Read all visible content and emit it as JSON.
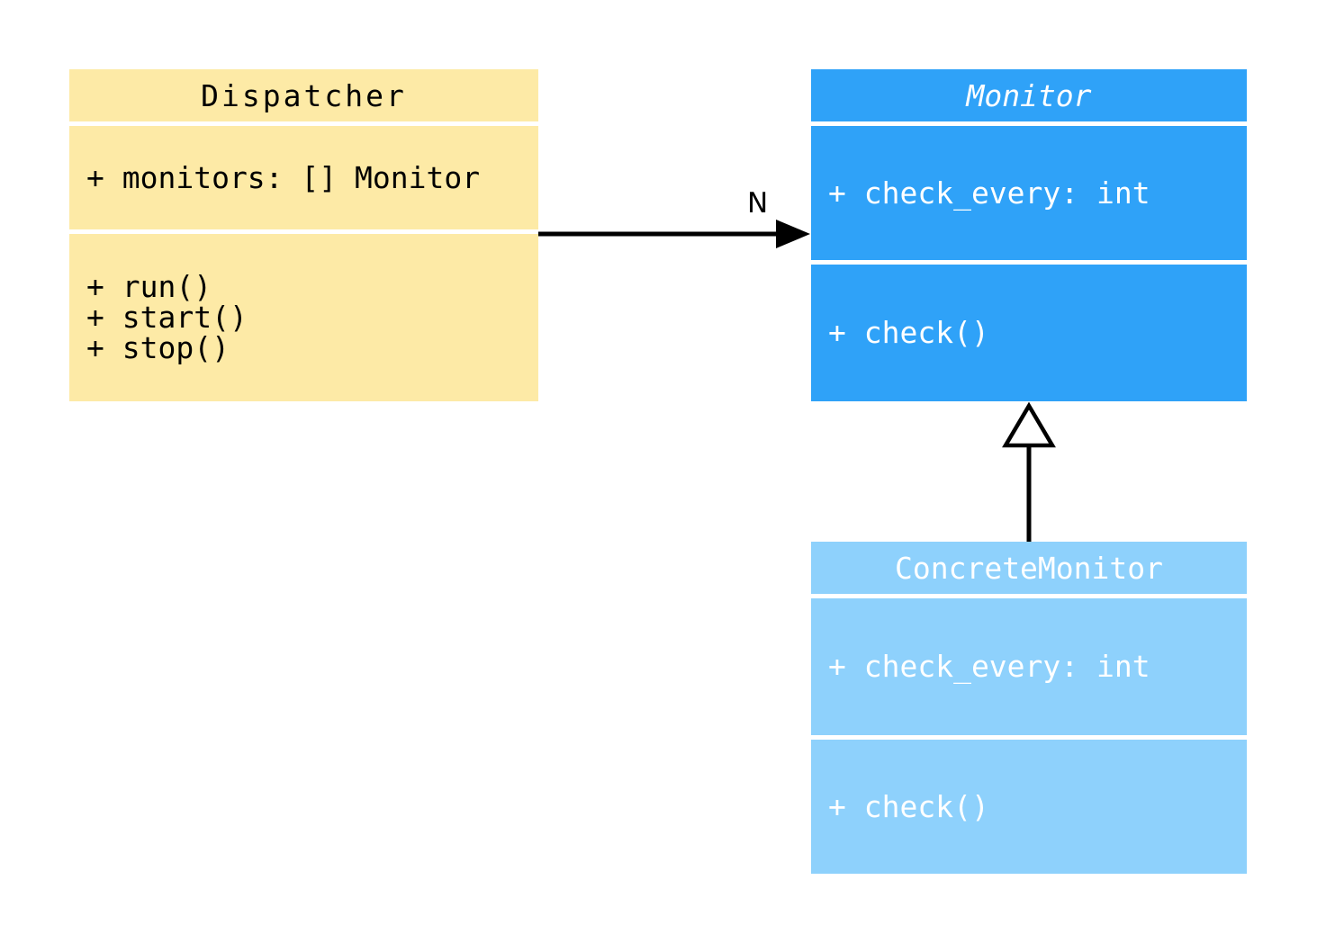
{
  "diagram": {
    "type": "uml-class-diagram",
    "background_color": "#FFFFFF",
    "edge_color": "#000000",
    "classes": [
      {
        "name": "Dispatcher",
        "abstract": false,
        "fill": "#FDEAA6",
        "text_color": "#000000",
        "attributes": [
          "+ monitors: [] Monitor"
        ],
        "methods": [
          "+ run()",
          "+ start()",
          "+ stop()"
        ]
      },
      {
        "name": "Monitor",
        "abstract": true,
        "fill": "#2FA2F8",
        "text_color": "#FFFFFF",
        "attributes": [
          "+ check_every: int"
        ],
        "methods": [
          "+ check()"
        ]
      },
      {
        "name": "ConcreteMonitor",
        "abstract": false,
        "fill": "#8ED1FC",
        "text_color": "#FFFFFF",
        "attributes": [
          "+ check_every: int"
        ],
        "methods": [
          "+ check()"
        ]
      }
    ],
    "edges": [
      {
        "type": "association-arrow",
        "from": "Dispatcher",
        "to": "Monitor",
        "label": "N"
      },
      {
        "type": "inheritance-hollow-triangle",
        "from": "ConcreteMonitor",
        "to": "Monitor",
        "label": ""
      }
    ]
  }
}
